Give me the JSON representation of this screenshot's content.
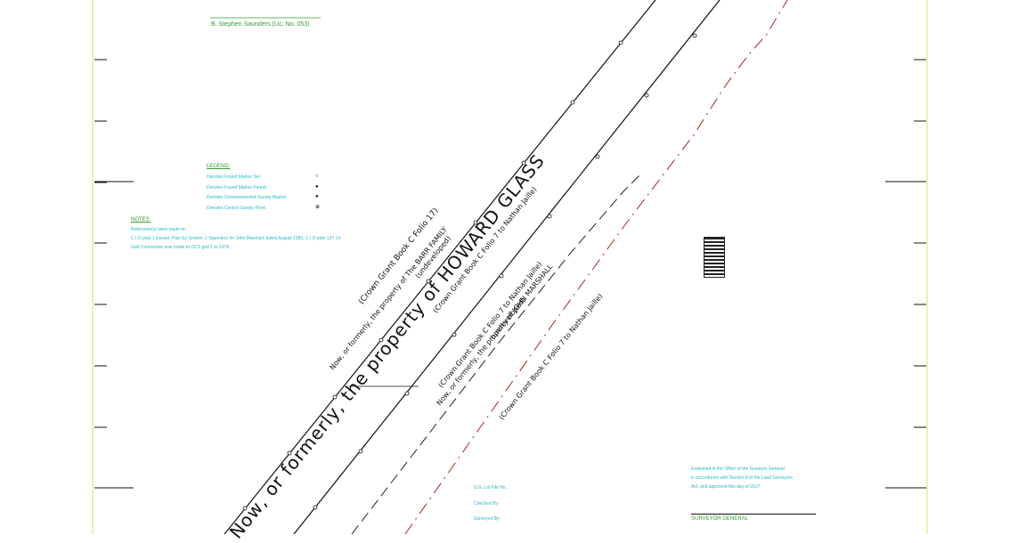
{
  "surveyor": "B. Stephen Saunders (Lic. No. 053)",
  "legend": {
    "title": "LEGEND:",
    "items": [
      {
        "text": "Denotes Found Marker Set",
        "symbol": "○"
      },
      {
        "text": "Denotes Found Marker Found",
        "symbol": "●"
      },
      {
        "text": "Denotes Unmonumented Survey Marker",
        "symbol": "●"
      },
      {
        "text": "Denotes Control Survey Point",
        "symbol": "⊕"
      }
    ]
  },
  "notes": {
    "title": "NOTES:",
    "lines": [
      "Reference(s) were made to:",
      "C.I.O plan 1 Ewuno, Plan by Gordon J. Saunders for John Marshall, dated August 1983, C.I.O plan 137 14",
      "Grid Connection was made to OCS grid 1 to 1978"
    ]
  },
  "parcels": {
    "north_grant": "(Crown Grant Book C Folio 17)",
    "north_owner": "Now, or formerly, the property of The BARR FAMILY",
    "north_status": "(undeveloped)",
    "main_grant": "(Crown Grant Book C Folio 7 to Nathan Jaille)",
    "main_owner": "Now, or formerly, the property of HOWARD GLASS",
    "middle_grant": "(Crown Grant Book C Folio 7 to Nathan Jaille)",
    "middle_owner": "Now, or formerly, the property of JOHN MARSHALL",
    "middle_status": "(undeveloped)",
    "south_grant": "(Crown Grant Book C Folio 7 to Nathan Jaille)"
  },
  "certification": {
    "lines": [
      "Examined in the Office of the Surveyor General",
      "in accordance with Section 8 of the Land Surveyors",
      "Act, and approved this      day of           2017"
    ],
    "sig_title": "SURVEYOR GENERAL"
  },
  "file_block": {
    "line1": "S.G. Lot File No.",
    "line2": "Checked By:",
    "line3": "Surveyed By:"
  },
  "colors": {
    "green": "#2e9e2e",
    "cyan": "#25b9c6",
    "line": "#111111",
    "dashed_red": "#9c2a2a",
    "frame_yellow": "#e8e25a"
  }
}
